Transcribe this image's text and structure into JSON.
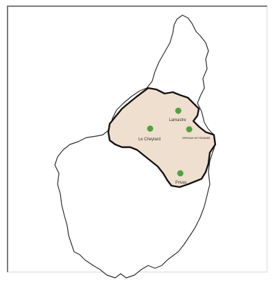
{
  "map": {
    "colors": {
      "region_fill": "#efdfcf",
      "city_dot": "#4fa33f",
      "outline": "#2b2b2b"
    },
    "cities": [
      {
        "id": "lamastre",
        "label": "Lamastre"
      },
      {
        "id": "le-cheylard",
        "label": "Le Cheylard"
      },
      {
        "id": "vernoux",
        "label": "Vernoux-en-Vivarais"
      },
      {
        "id": "privas",
        "label": "Privas"
      }
    ]
  }
}
